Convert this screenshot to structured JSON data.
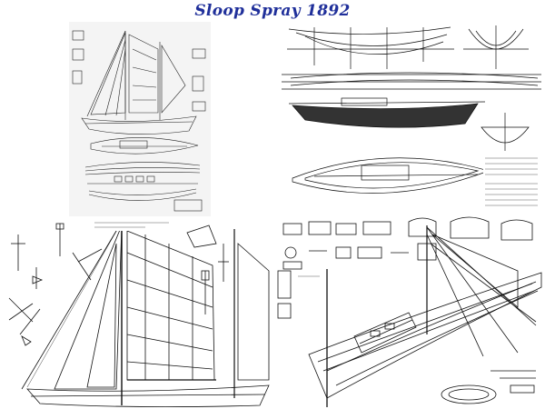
{
  "title": "Sloop Spray 1892",
  "colors": {
    "title": "#1f2f9a",
    "ink": "#111111",
    "paper": "#ffffff"
  },
  "panels": [
    {
      "name": "overview-sheet"
    },
    {
      "name": "hull-lines-and-plan"
    },
    {
      "name": "sail-plan-and-rigging-details"
    },
    {
      "name": "deck-perspective-and-fittings"
    }
  ]
}
